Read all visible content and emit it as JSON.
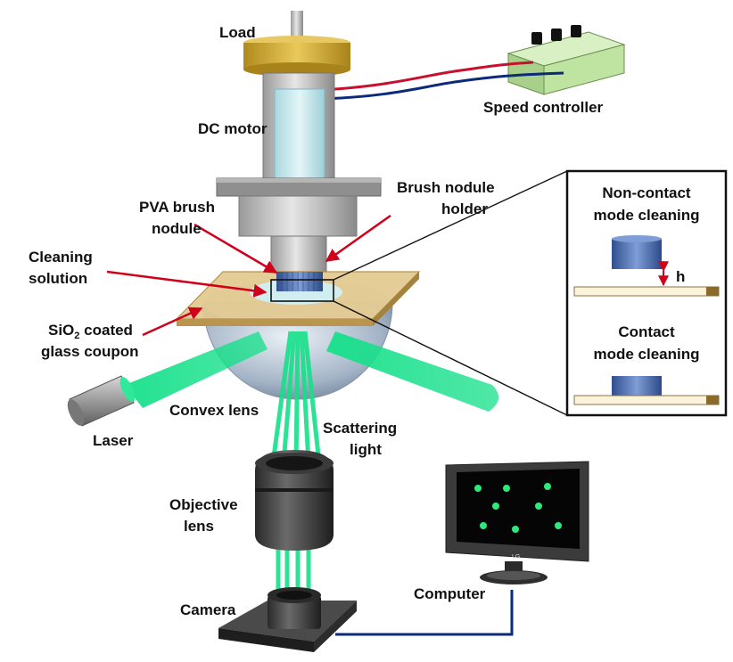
{
  "labels": {
    "load": "Load",
    "dc_motor": "DC motor",
    "speed_controller": "Speed controller",
    "brush_holder_1": "Brush nodule",
    "brush_holder_2": "holder",
    "pva_1": "PVA brush",
    "pva_2": "nodule",
    "cleaning_1": "Cleaning",
    "cleaning_2": "solution",
    "sio2_pre": "SiO",
    "sio2_sub": "2",
    "sio2_post": " coated",
    "sio2_2": "glass coupon",
    "convex_lens": "Convex lens",
    "laser": "Laser",
    "scattering_1": "Scattering",
    "scattering_2": "light",
    "objective_1": "Objective",
    "objective_2": "lens",
    "camera": "Camera",
    "computer": "Computer"
  },
  "inset": {
    "noncontact_1": "Non-contact",
    "noncontact_2": "mode cleaning",
    "gap_label": "h",
    "contact_1": "Contact",
    "contact_2": "mode cleaning"
  },
  "monitor": {
    "brand": "LG"
  },
  "colors": {
    "laser_green": "#16e08a",
    "wire_red": "#c8102e",
    "wire_blue": "#0b2a7a",
    "pointer_red": "#d0021b",
    "load_gold": "#c9a227",
    "controller_green": "#bfe3a1",
    "brush_blue": "#4a6fb0",
    "coupon_tan": "#e3c98f"
  }
}
